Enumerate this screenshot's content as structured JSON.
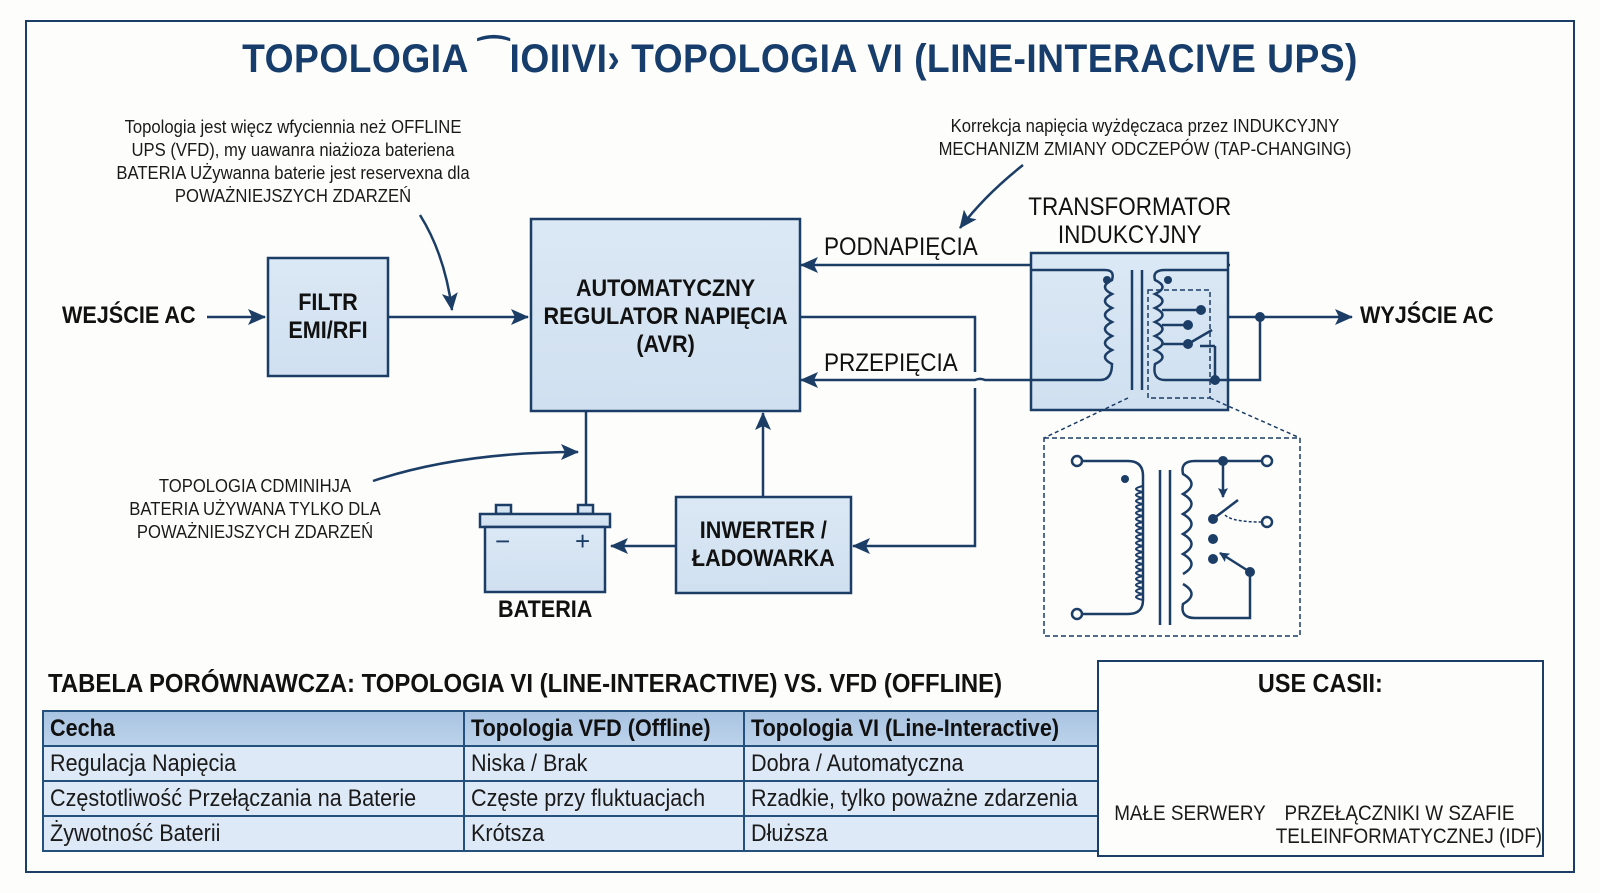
{
  "title": "TOPOLOGIA ⁀IOIIVI› TOPOLOGIA VI (LINE-INTERACIVE UPS)",
  "colors": {
    "primary": "#1b3d66",
    "box_fill": "#d8e6f4",
    "table_header": "#b4cbe6",
    "table_cell": "#dde9f6"
  },
  "annotations": {
    "top_left": [
      "Topologia jest więcz wfyciennia neż OFFLINE",
      "UPS (VFD), my uawanra niażioza bateriena",
      "BATERIA UŻywanna baterie jest reservexna dla",
      "POWAŻNIEJSZYCH ZDARZEŃ"
    ],
    "top_right": [
      "Korrekcja napięcia wyżdęczaca przez INDUKCYJNY",
      "MECHANIZM ZMIANY ODCZEPÓW (TAP-CHANGING)"
    ],
    "bottom_left": [
      "TOPOLOGIA CDMINIHJA",
      "BATERIA UŻYWANA TYLKO DLA",
      "POWAŻNIEJSZYCH ZDARZEŃ"
    ]
  },
  "diagram": {
    "input_label": "WEJŚCIE AC",
    "output_label": "WYJŚCIE AC",
    "filter": [
      "FILTR",
      "EMI/RFI"
    ],
    "avr": [
      "AUTOMATYCZNY",
      "REGULATOR NAPIĘCIA",
      "(AVR)"
    ],
    "transformer_title": [
      "TRANSFORMATOR",
      "INDUKCYJNY"
    ],
    "undervoltage_label": "PODNAPIĘCIA",
    "overvoltage_label": "PRZEPIĘCIA",
    "inverter": [
      "INWERTER /",
      "ŁADOWARKA"
    ],
    "battery_label": "BATERIA",
    "battery_minus": "−",
    "battery_plus": "+"
  },
  "table": {
    "title": "TABELA PORÓWNAWCZA: TOPOLOGIA VI (LINE-INTERACTIVE) VS. VFD (OFFLINE)",
    "headers": [
      "Cecha",
      "Topologia VFD (Offline)",
      "Topologia VI (Line-Interactive)"
    ],
    "rows": [
      [
        "Regulacja Napięcia",
        "Niska / Brak",
        "Dobra / Automatyczna"
      ],
      [
        "Częstotliwość Przełączania na Baterie",
        "Częste przy fluktuacjach",
        "Rzadkie, tylko poważne zdarzenia"
      ],
      [
        "Żywotność Baterii",
        "Krótsza",
        "Dłuższa"
      ]
    ]
  },
  "use_cases": {
    "title": "USE CASII:",
    "items": [
      {
        "icon": "tower-servers-icon",
        "label": [
          "MAŁE SERWERY"
        ]
      },
      {
        "icon": "rack-switches-icon",
        "label": [
          "PRZEŁĄCZNIKI W SZAFIE",
          "TELEINFORMATYCZNEJ (IDF)"
        ]
      }
    ]
  }
}
